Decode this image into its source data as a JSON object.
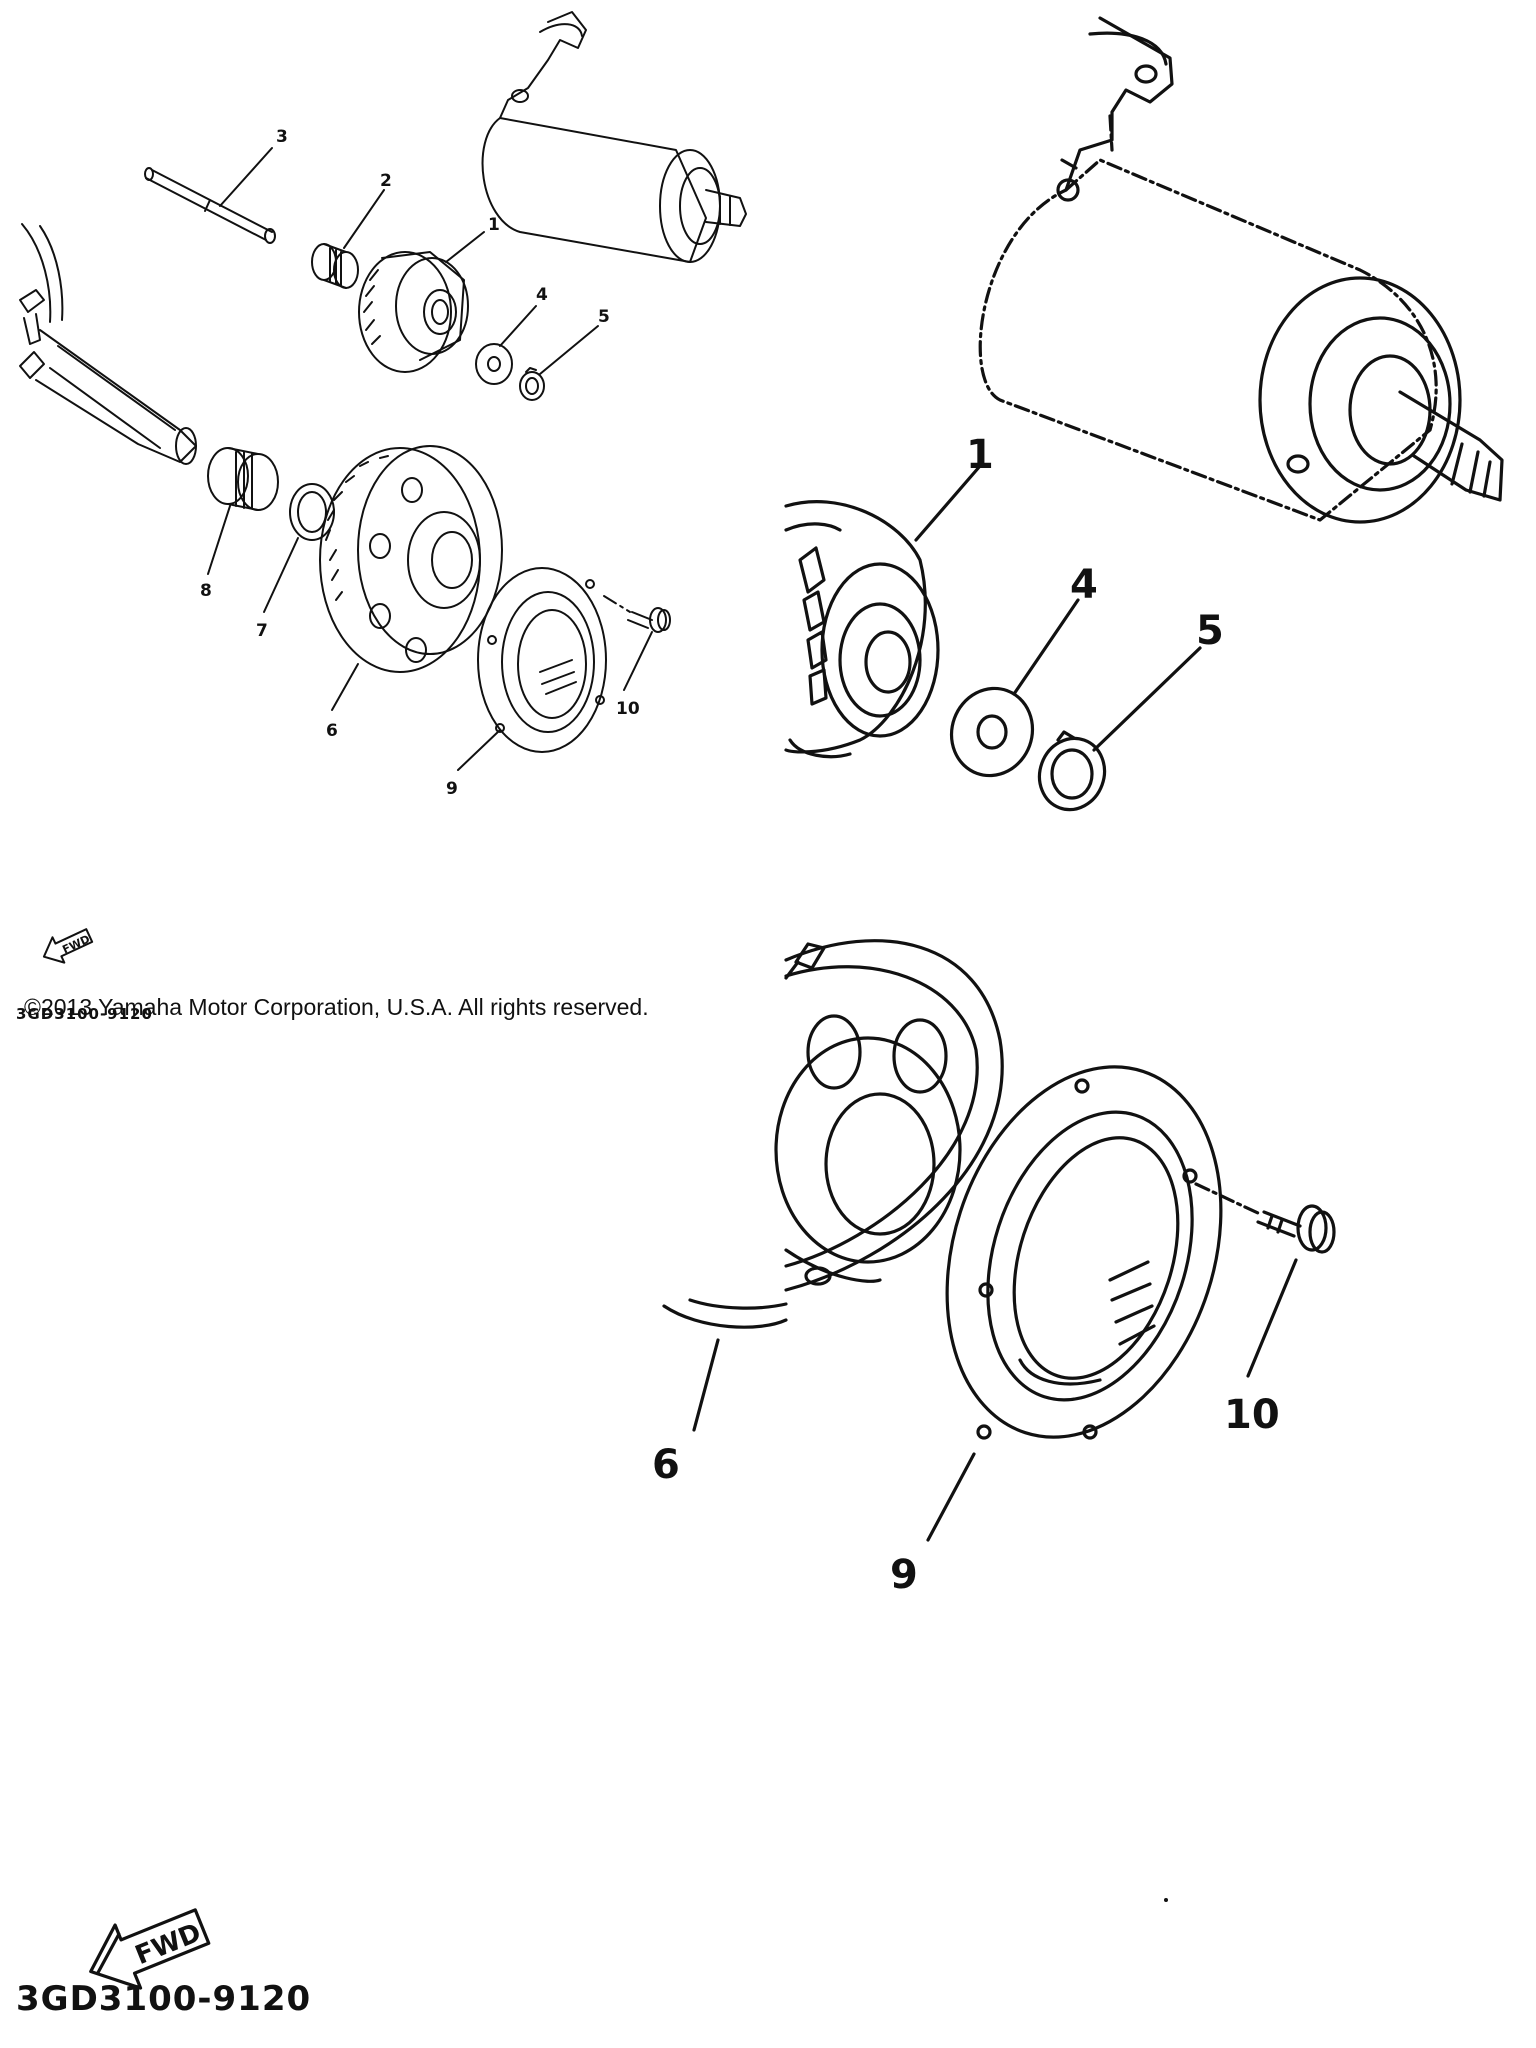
{
  "diagram": {
    "overview_labels": [
      "1",
      "2",
      "3",
      "4",
      "5",
      "6",
      "7",
      "8",
      "9",
      "10"
    ],
    "detail_upper_labels": [
      "1",
      "4",
      "5"
    ],
    "detail_lower_labels": [
      "6",
      "9",
      "10"
    ],
    "fwd_text": "FWD",
    "code_small": "3GD3100-9120",
    "code_large": "3GD3100-9120",
    "copyright": "©2013 Yamaha Motor Corporation, U.S.A. All rights reserved."
  },
  "icons": [
    "fwd-arrow-icon"
  ],
  "colors": {
    "ink": "#111111",
    "paper": "#ffffff"
  }
}
